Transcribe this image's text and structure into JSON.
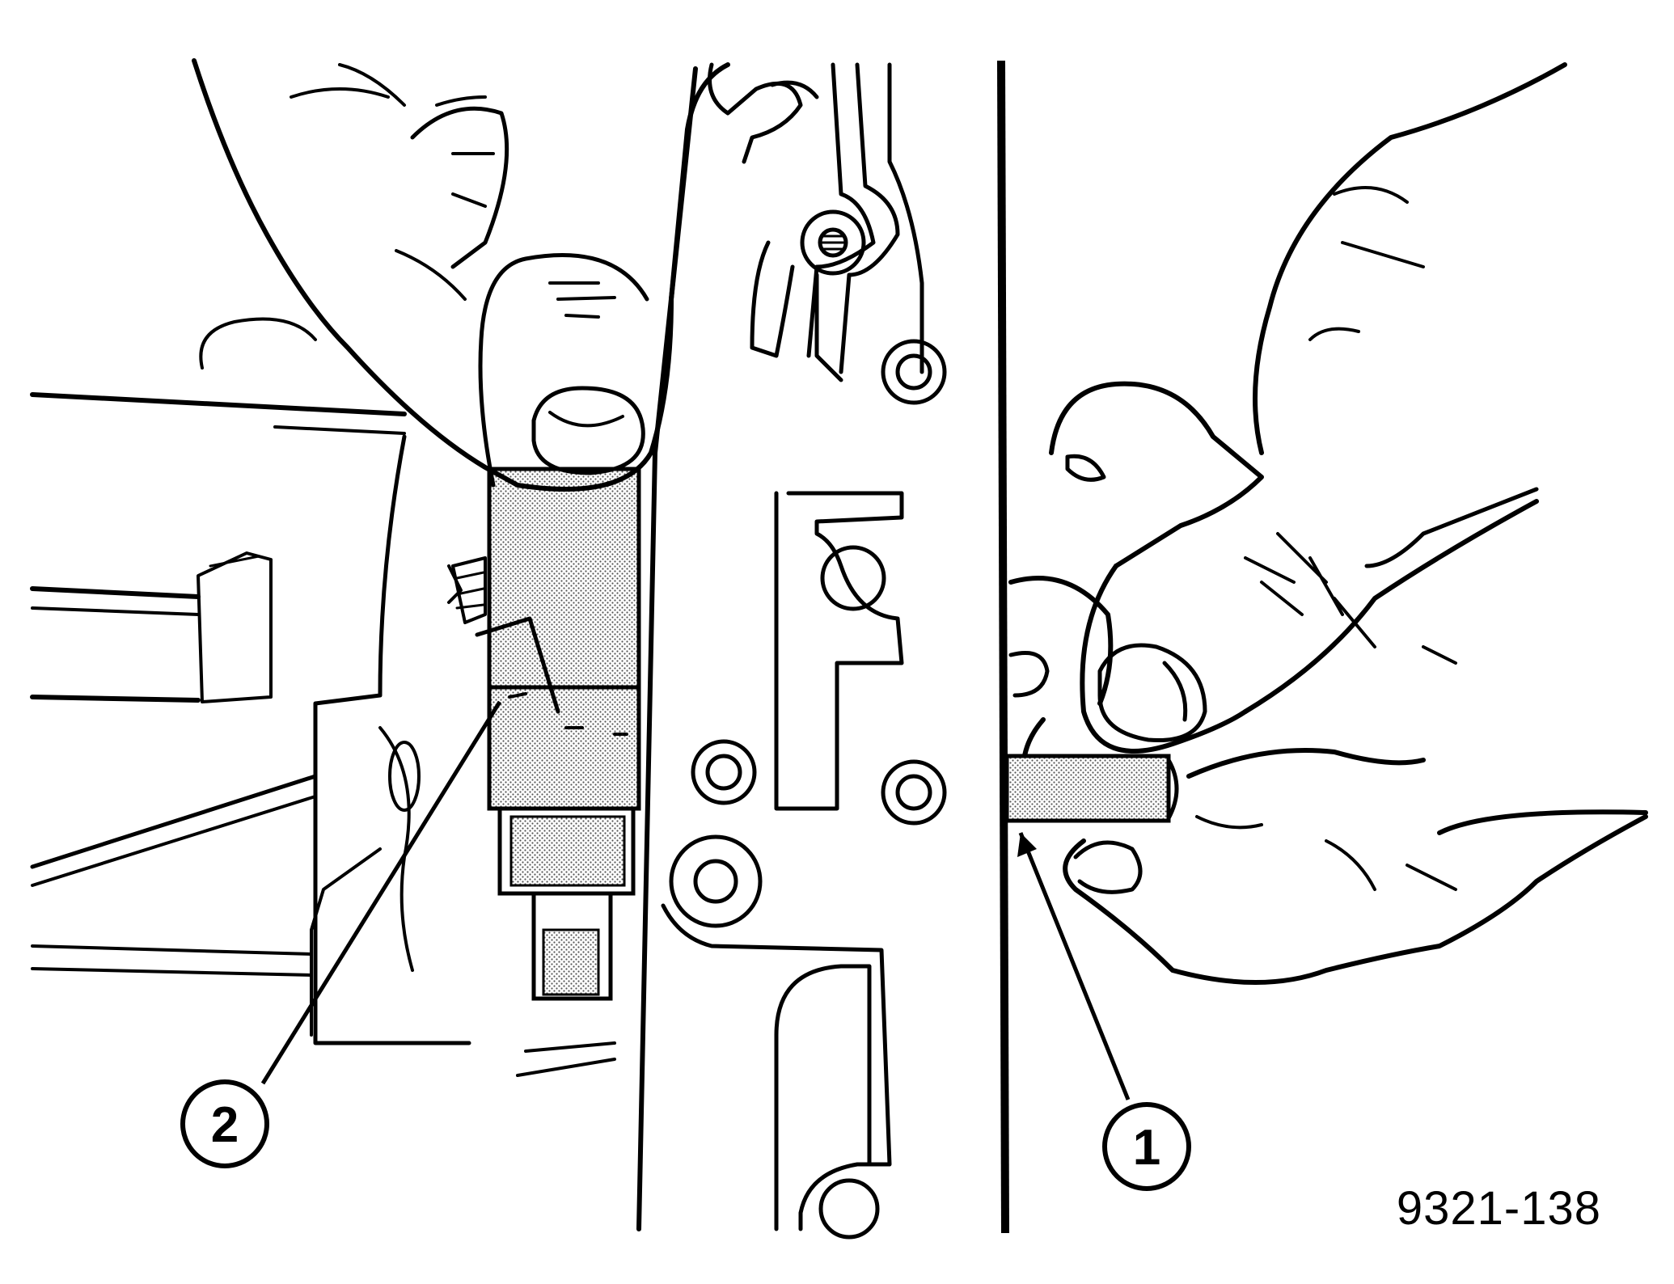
{
  "figure": {
    "id_label": "9321-138",
    "callouts": [
      {
        "number": "1"
      },
      {
        "number": "2"
      }
    ]
  },
  "colors": {
    "ink": "#000000",
    "shade": "#c8c8c8",
    "paper": "#ffffff"
  }
}
